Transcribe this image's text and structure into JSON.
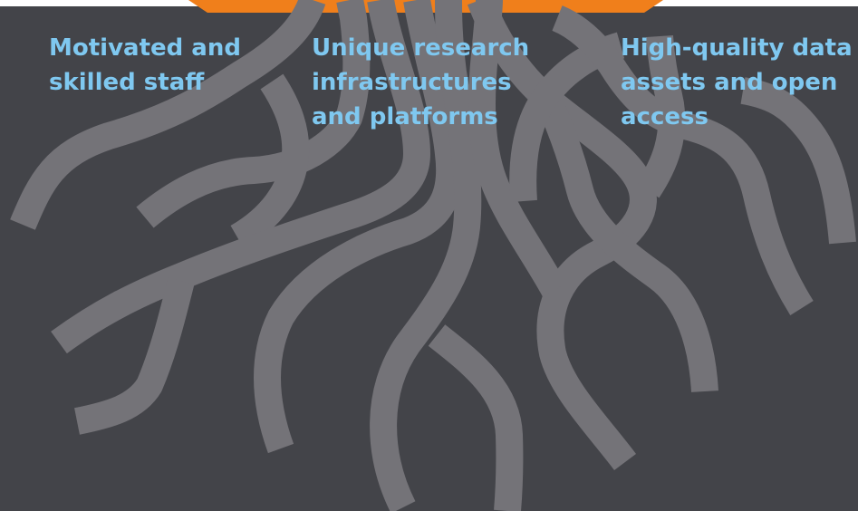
{
  "pillars": [
    {
      "label": "Motivated and skilled staff"
    },
    {
      "label": "Unique research infrastructures and platforms"
    },
    {
      "label": "High-quality data assets and open access"
    }
  ],
  "colors": {
    "background": "#434449",
    "roots": "#747378",
    "accent": "#f07f1b",
    "label": "#7fc8f0"
  }
}
